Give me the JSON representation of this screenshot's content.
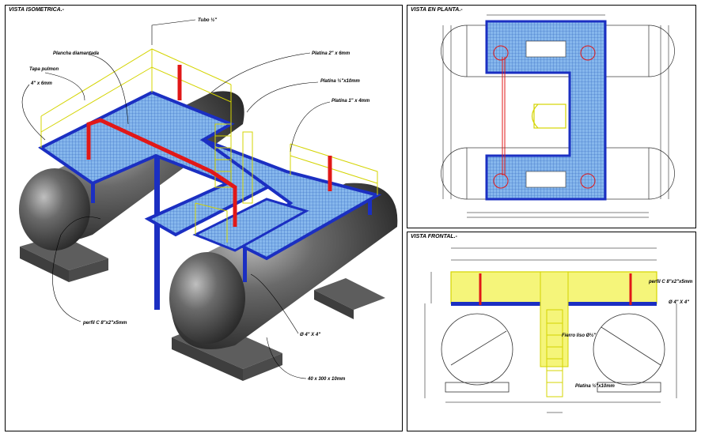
{
  "panels": {
    "iso": {
      "title": "VISTA ISOMETRICA.-",
      "labels": {
        "tubo": "Tubo ½\"",
        "plancha": "Plancha diamantada",
        "tapa": "Tapa pulmon",
        "l4x6": "4\" x 6mm",
        "platina2": "Platina 2\" x 6mm",
        "platina_half": "Platina ½\"x10mm",
        "platina1": "Platina 1\" x 4mm",
        "perfil": "perfil C 8\"x2\"x5mm",
        "o4x4": "Ø 4\" X 4\"",
        "dim40": "40 x 300 x 10mm"
      }
    },
    "planta": {
      "title": "VISTA EN PLANTA.-"
    },
    "frontal": {
      "title": "VISTA FRONTAL.-",
      "labels": {
        "perfil": "perfil C 8\"x2\"x5mm",
        "o4x4": "Ø 4\" X 4\"",
        "fierro": "Fierro liso Ø½\"",
        "platina": "Platina ½\"x10mm"
      }
    }
  },
  "colors": {
    "tank": "#5b5b5b",
    "grating": "#2f7fd6",
    "beam": "#1b2fc2",
    "handrail": "#e6e600",
    "pipe": "#e11818",
    "support": "#6e6e6e"
  }
}
